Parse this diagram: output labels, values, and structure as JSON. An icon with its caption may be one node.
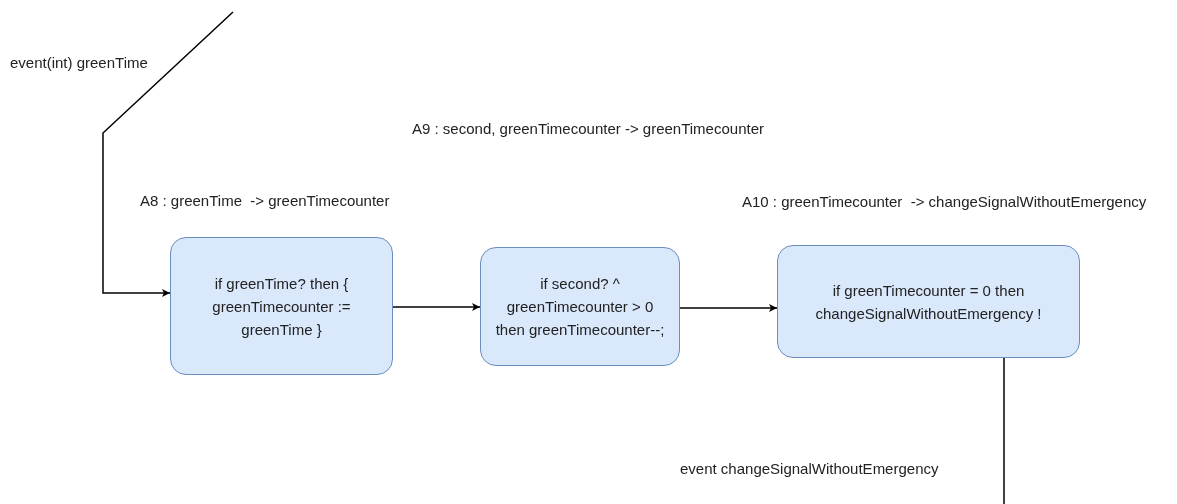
{
  "diagram": {
    "nodes": [
      {
        "text": [
          "A8 : greenTime  -> greenTimecounter",
          "if greenTime? then { greenTimecounter := greenTime }"
        ]
      },
      {
        "text": [
          "if second? ^ greenTimecounter > 0 then greenTimecounter--;"
        ]
      },
      {
        "text": [
          "A10 : greenTimecounter  -> changeSignalWithoutEmergency",
          "if greenTimecounter  = 0 then changeSignalWithoutEmergency !"
        ]
      }
    ],
    "edges": [
      {
        "from": null,
        "to": 0,
        "arrow": "to",
        "label": "event(int) greenTime"
      },
      {
        "from": 0,
        "to": 1,
        "arrow": "to"
      },
      {
        "from": 1,
        "to": 2,
        "arrow": "to"
      },
      {
        "from": 2,
        "to": null,
        "arrow": "none",
        "label": "event changeSignalWithoutEmergency"
      }
    ],
    "labels": [
      "A9 : second, greenTimecounter -> greenTimecounter"
    ]
  }
}
